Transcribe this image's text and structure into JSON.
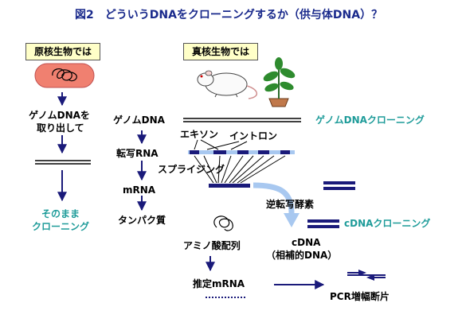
{
  "title": "図2　どういうDNAをクローニングするか（供与体DNA）？",
  "prokaryote": {
    "header": "原核生物では",
    "genome_line1": "ゲノムDNAを",
    "genome_line2": "取り出して",
    "result_line1": "そのまま",
    "result_line2": "クローニング"
  },
  "eukaryote": {
    "header": "真核生物では",
    "genome_dna": "ゲノムDNA",
    "genome_cloning": "ゲノムDNAクローニング",
    "exon": "エキソン",
    "intron": "イントロン",
    "transcription_rna": "転写RNA",
    "splicing": "スプライジング",
    "mrna": "mRNA",
    "protein": "タンパク質",
    "reverse_transcriptase": "逆転写酵素",
    "cdna_cloning": "cDNAクローニング",
    "cdna": "cDNA",
    "cdna_sub": "（相補的DNA）",
    "amino_acid_sequence": "アミノ酸配列",
    "deduced_mrna": "推定mRNA",
    "pcr_fragment": "PCR増幅断片"
  },
  "colors": {
    "title": "#1a2a8c",
    "teal": "#1f9c9a",
    "navy": "#1a1a7a",
    "bacteria": "#f08070",
    "box": "#ffffc8",
    "light_blue": "#a8c8f0"
  }
}
